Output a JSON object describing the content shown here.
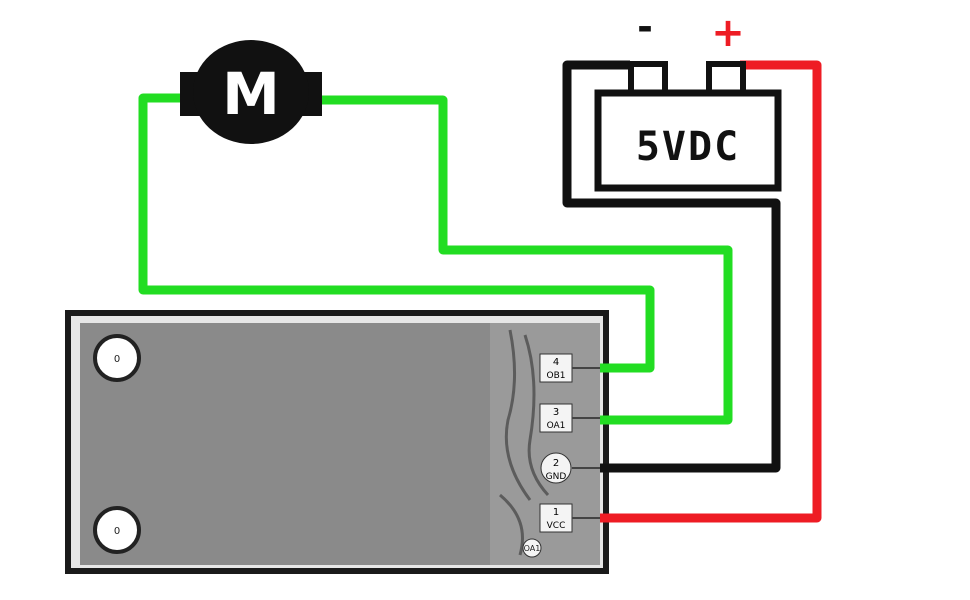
{
  "battery": {
    "label": "5VDC",
    "negative_sign": "-",
    "positive_sign": "+",
    "negative_color": "#111111",
    "positive_color": "#ee1c24"
  },
  "motor": {
    "label": "M",
    "wire_color": "#22dd22"
  },
  "board": {
    "mount_hole_top": "0",
    "mount_hole_bottom": "0",
    "corner_label": "OA1",
    "pins": [
      {
        "number": "4",
        "name": "OB1"
      },
      {
        "number": "3",
        "name": "OA1"
      },
      {
        "number": "2",
        "name": "GND"
      },
      {
        "number": "1",
        "name": "VCC"
      }
    ]
  }
}
